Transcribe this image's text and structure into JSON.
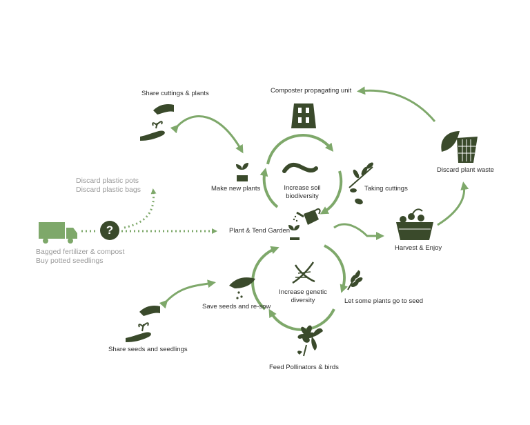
{
  "labels": {
    "share_cuttings": "Share cuttings & plants",
    "composter": "Composter propagating unit",
    "discard_waste": "Discard plant waste",
    "make_new_plants": "Make new plants",
    "increase_soil_1": "Increase soil",
    "increase_soil_2": "biodiversity",
    "taking_cuttings": "Taking cuttings",
    "discard_pots": "Discard plastic pots",
    "discard_bags": "Discard plastic bags",
    "plant_tend": "Plant & Tend Garden",
    "harvest": "Harvest & Enjoy",
    "bagged": "Bagged fertilizer & compost",
    "buy_potted": "Buy potted seedlings",
    "save_seeds": "Save seeds and re-sow",
    "genetic_1": "Increase genetic",
    "genetic_2": "diversity",
    "let_seed": "Let some plants go to seed",
    "share_seeds": "Share seeds and seedlings",
    "feed_pollinators": "Feed Pollinators & birds",
    "question_mark": "?"
  },
  "colors": {
    "green": "#7ea86a",
    "dark": "#3a4a2b",
    "grey_text": "#9a9a9a"
  },
  "icons": [
    "giving-hands-icon",
    "composter-icon",
    "compost-bin-icon",
    "sprout-icon",
    "worm-icon",
    "cutting-branch-icon",
    "truck-icon",
    "question-icon",
    "watering-can-icon",
    "harvest-basket-icon",
    "seed-hand-icon",
    "dna-icon",
    "wheat-icon",
    "butterfly-flower-icon"
  ]
}
